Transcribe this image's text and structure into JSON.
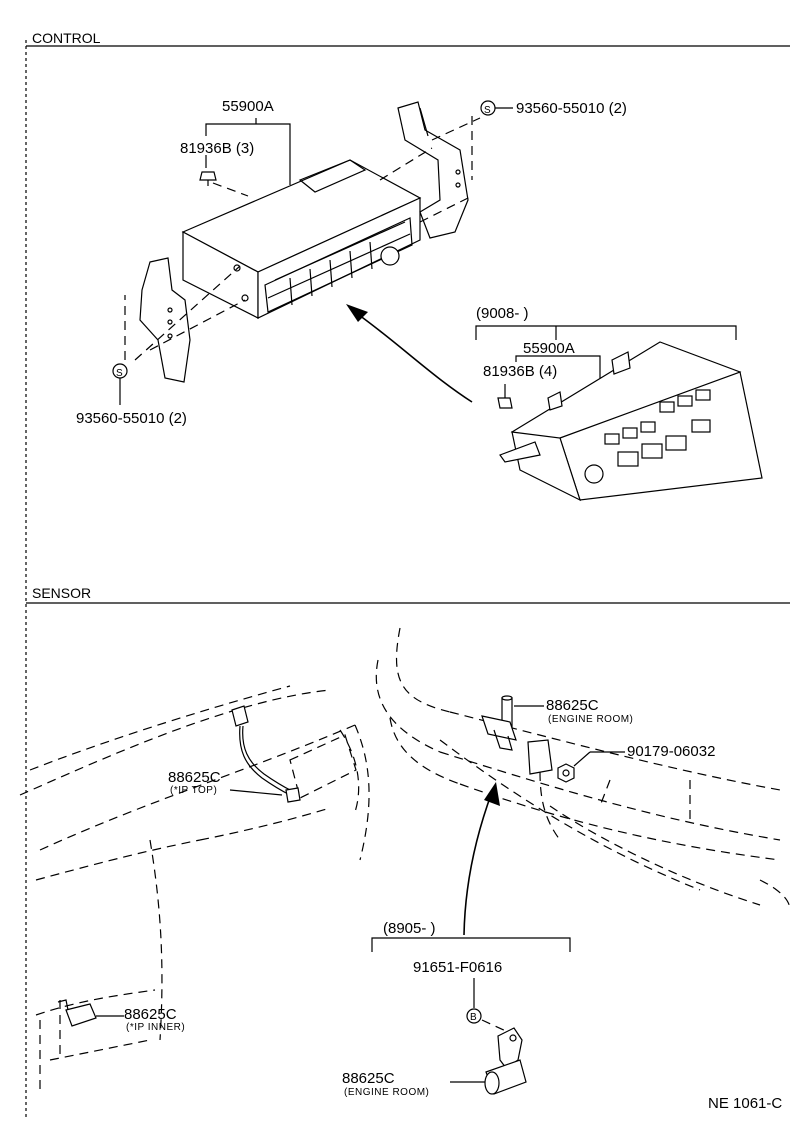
{
  "sections": {
    "control": "CONTROL",
    "sensor": "SENSOR"
  },
  "control": {
    "part_main": "55900A",
    "screw_label": "81936B (3)",
    "bolt_top": "93560-55010 (2)",
    "bolt_left": "93560-55010 (2)",
    "bolt_symbol": "S",
    "variant_range": "(9008-        )",
    "variant_part": "55900A",
    "variant_screw": "81936B (4)"
  },
  "sensor": {
    "engine_room_part": "88625C",
    "engine_room_note": "(ENGINE ROOM)",
    "nut_part": "90179-06032",
    "ip_top_part": "88625C",
    "ip_top_note": "(*IP TOP)",
    "ip_inner_part": "88625C",
    "ip_inner_note": "(*IP INNER)",
    "variant_range": "(8905-        )",
    "variant_bolt": "91651-F0616",
    "bolt_symbol": "B",
    "variant_part": "88625C",
    "variant_note": "(ENGINE ROOM)"
  },
  "footer": {
    "code": "NE 1061-C"
  }
}
